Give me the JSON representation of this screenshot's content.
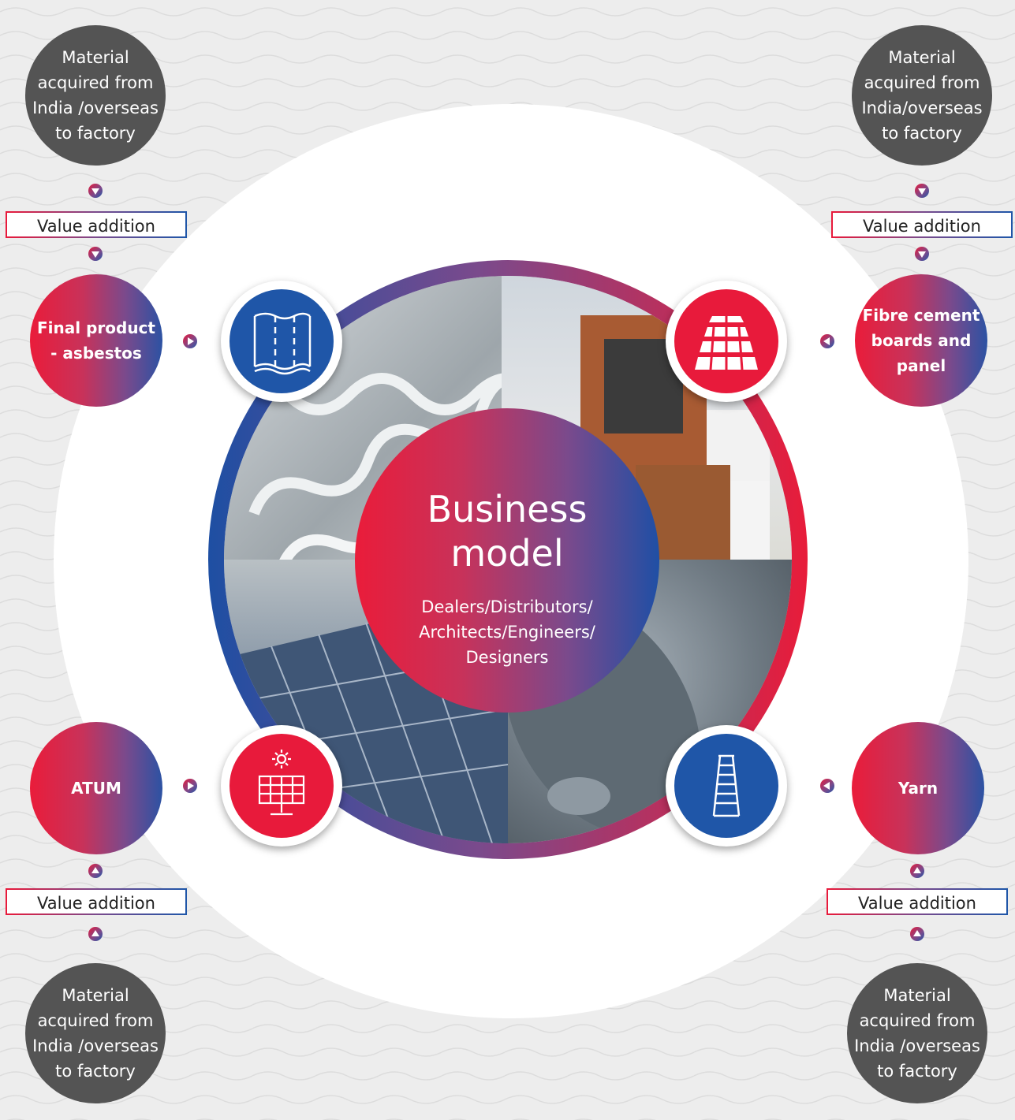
{
  "center": {
    "title": "Business\nmodel",
    "subtitle": "Dealers/Distributors/\nArchitects/Engineers/\nDesigners"
  },
  "quadrants": {
    "top_left": {
      "material": "Material\nacquired from\nIndia /overseas\nto factory",
      "value_addition": "Value addition",
      "product": "Final product\n- asbestos",
      "icon": "corrugated-sheet-icon"
    },
    "top_right": {
      "material": "Material\nacquired from\nIndia/overseas\nto factory",
      "value_addition": "Value addition",
      "product": "Fibre cement\nboards and\npanel",
      "icon": "boards-panel-icon"
    },
    "bottom_left": {
      "material": "Material\nacquired from\nIndia /overseas\nto factory",
      "value_addition": "Value addition",
      "product": "ATUM",
      "icon": "solar-panel-icon"
    },
    "bottom_right": {
      "material": "Material\nacquired from\nIndia /overseas\nto factory",
      "value_addition": "Value addition",
      "product": "Yarn",
      "icon": "yarn-spool-icon"
    }
  },
  "colors": {
    "red": "#e81a3b",
    "blue": "#1f56a8",
    "dark_grey": "#545454",
    "purple": "#7a4a8c"
  }
}
